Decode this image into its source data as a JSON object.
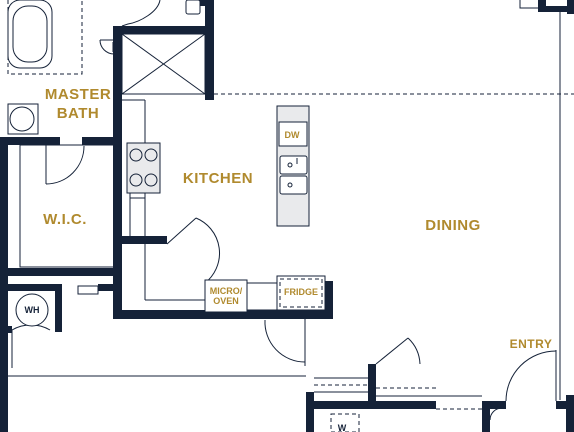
{
  "rooms": {
    "master_bath_line1": "MASTER",
    "master_bath_line2": "BATH",
    "wic": "W.I.C.",
    "kitchen": "KITCHEN",
    "dining": "DINING",
    "entry": "ENTRY"
  },
  "appliances": {
    "dw": "DW",
    "micro_line1": "MICRO/",
    "micro_line2": "OVEN",
    "fridge": "FRIDGE",
    "wh": "WH",
    "w": "W"
  },
  "colors": {
    "wall": "#152238",
    "label": "#b08a2e",
    "counter": "#e9eaec"
  }
}
